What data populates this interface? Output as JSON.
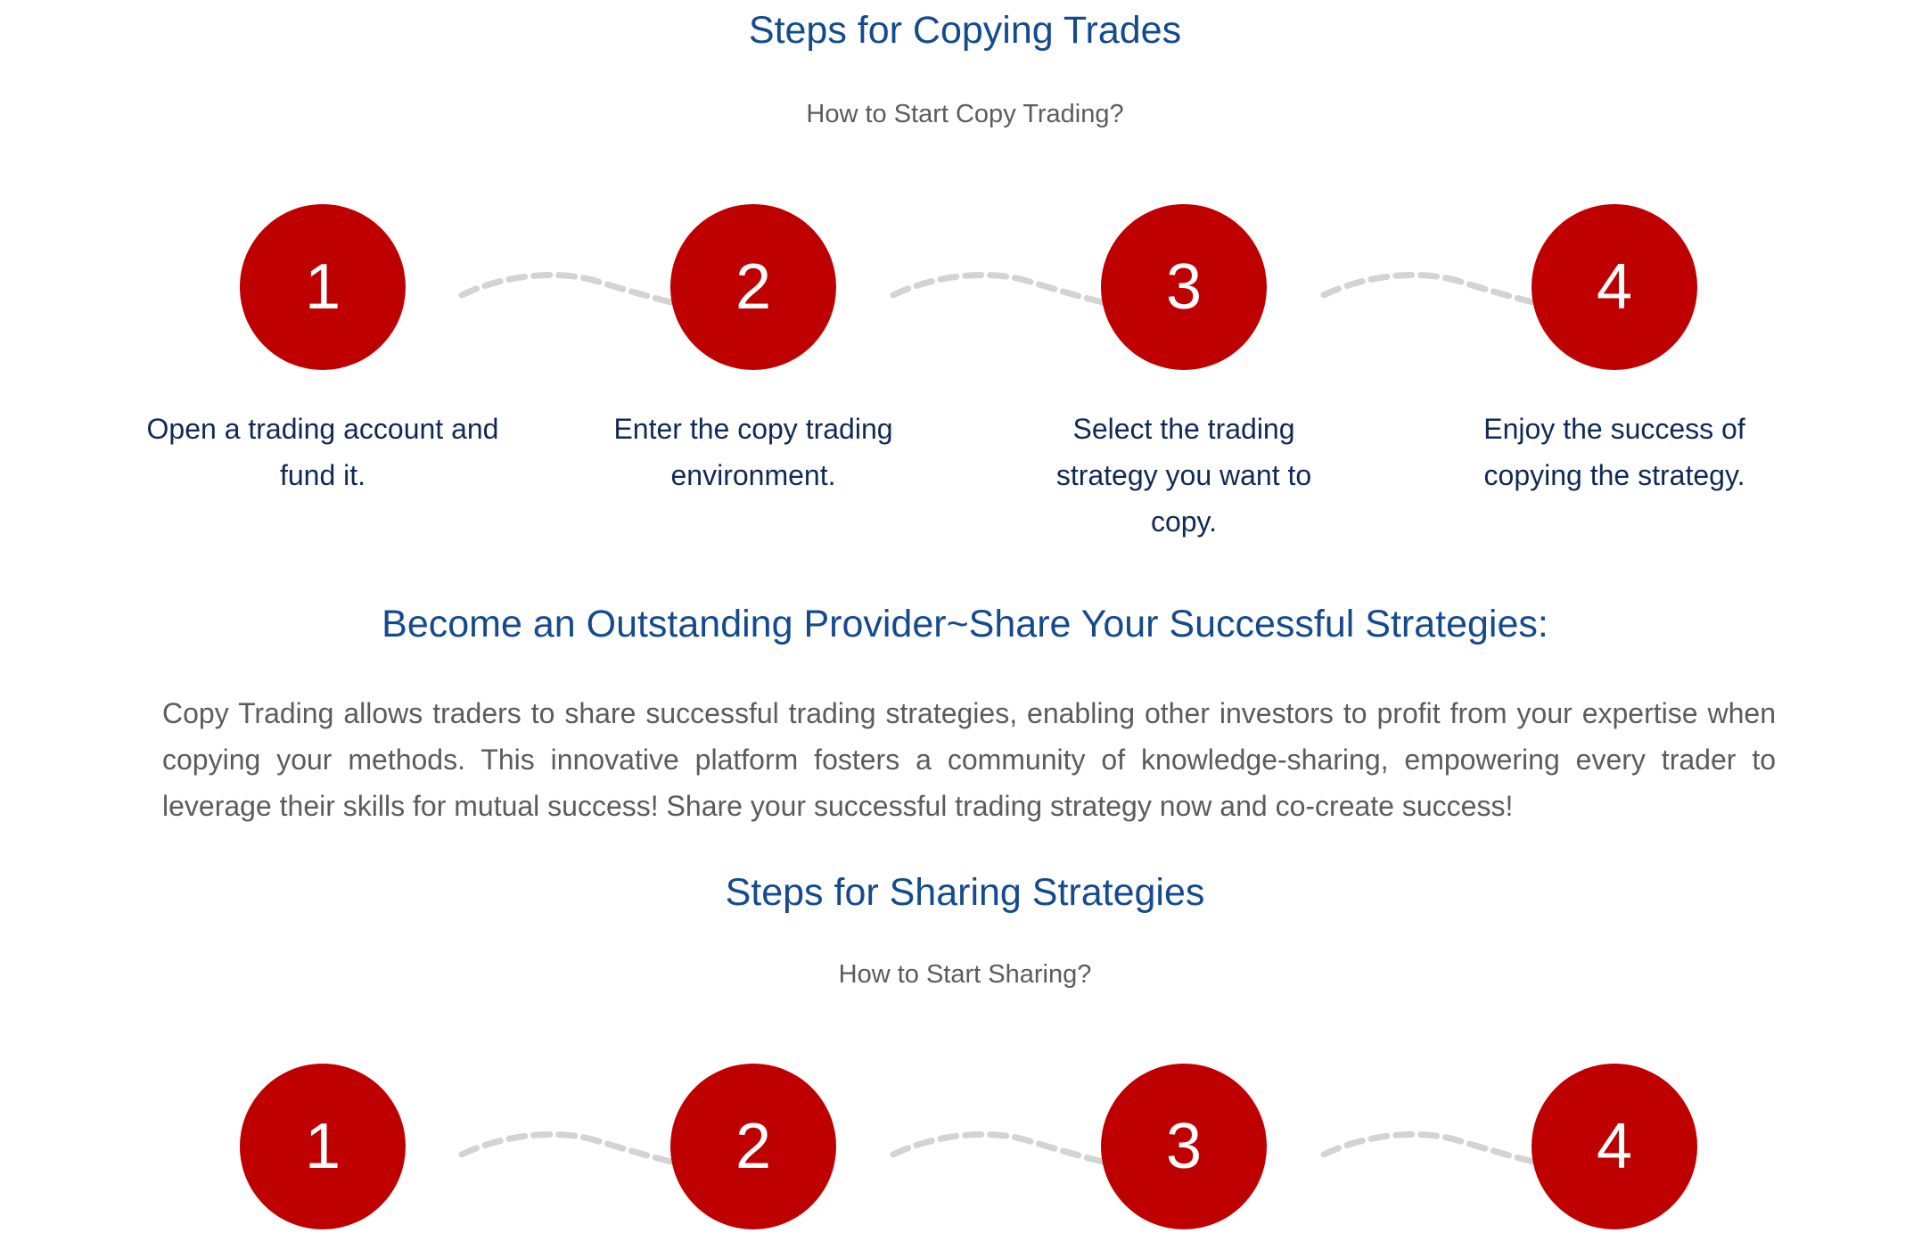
{
  "copy_section": {
    "title": "Steps for Copying Trades",
    "subtitle": "How to Start Copy Trading?",
    "steps": [
      {
        "number": "1",
        "label": "Open a trading account and fund it."
      },
      {
        "number": "2",
        "label": "Enter the copy trading environment."
      },
      {
        "number": "3",
        "label": "Select the trading strategy you want to copy."
      },
      {
        "number": "4",
        "label": "Enjoy the success of copying the strategy."
      }
    ]
  },
  "provider_section": {
    "title": "Become an Outstanding Provider~Share Your Successful Strategies:",
    "body": "Copy Trading allows traders to share successful trading strategies, enabling other investors to profit from your expertise when copying your methods. This innovative platform fosters a community of knowledge-sharing, empowering every trader to leverage their skills for mutual success! Share your successful trading strategy now and co-create success!"
  },
  "share_section": {
    "title": "Steps for Sharing Strategies",
    "subtitle": "How to Start Sharing?",
    "steps": [
      {
        "number": "1"
      },
      {
        "number": "2"
      },
      {
        "number": "3"
      },
      {
        "number": "4"
      }
    ]
  },
  "colors": {
    "title": "#154b8e",
    "circle": "#bf0000",
    "step_label": "#102a55",
    "body_text": "#5c5c5c",
    "connector": "#d3d3d3"
  }
}
